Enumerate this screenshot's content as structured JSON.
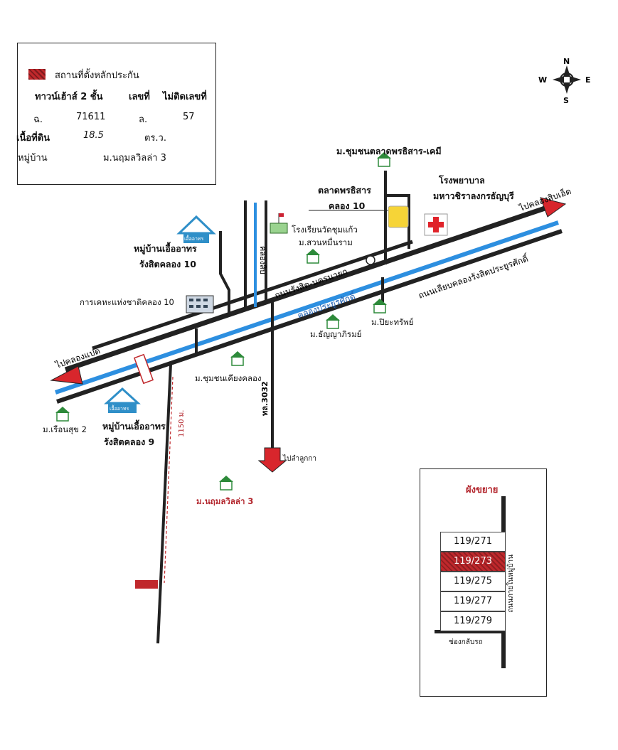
{
  "legend": {
    "collateral_label": "สถานที่ตั้งหลักประกัน",
    "type_header": "ทาวน์เฮ้าส์ 2 ชั้น",
    "number_header": "เลขที่",
    "no_number_header": "ไม่ติดเลขที่",
    "deed_prefix": "ฉ.",
    "deed_number": "71611",
    "lot_prefix": "ล.",
    "lot_number": "57",
    "area_label": "เนื้อที่ดิน",
    "area_value": "18.5",
    "area_unit": "ตร.ว.",
    "village_label": "หมู่บ้าน",
    "village_value": "ม.นฤมลวิลล่า 3"
  },
  "compass": {
    "n": "N",
    "s": "S",
    "e": "E",
    "w": "W"
  },
  "labels": {
    "chumchon_talad": "ม.ชุมชนตลาดพรธิสาร-เคมี",
    "talad_line1": "ตลาดพรธิสาร",
    "talad_line2": "คลอง 10",
    "hospital_line1": "โรงพยาบาล",
    "hospital_line2": "มหาวชิราลงกรธัญบุรี",
    "to_klong_sip_et": "ไปคลองสิบเอ็ด",
    "eua_arthorn_10_line1": "หมู่บ้านเอื้ออาทร",
    "eua_arthorn_10_line2": "รังสิตคลอง 10",
    "school": "โรงเรียนวัดชุมแก้ว",
    "suan_muen_ram": "ม.สวนหมื่นราม",
    "klong_sip": "คลองสิบ",
    "rangsit_nakhon_nayok": "ถนนรังสิต-นครนายก",
    "housing_authority": "การเคหะแห่งชาติคลอง 10",
    "klong_prayoon": "คลองประยูรศักดิ์",
    "bypass_road": "ถนนเลียบคลองรังสิตประยูรศักดิ์",
    "piya_sap": "ม.ปิยะทรัพย์",
    "thanya_rom": "ม.ธัญญาภิรมย์",
    "to_klong_paet": "ไปคลองแปด",
    "chumchon_kiang_klong": "ม.ชุมชนเคียงคลอง",
    "ruen_suk_2": "ม.เรือนสุข 2",
    "eua_arthorn_9_line1": "หมู่บ้านเอื้ออาทร",
    "eua_arthorn_9_line2": "รังสิตคลอง 9",
    "distance": "1150 ม.",
    "route_3032": "ทล.3032",
    "to_lam_luk_ka": "ไปลำลูกกา",
    "narumon_villa": "ม.นฤมลวิลล่า 3",
    "eua_sign": "เอื้ออาทร"
  },
  "plan": {
    "title": "ผังขยาย",
    "plots": [
      "119/271",
      "119/273",
      "119/275",
      "119/277",
      "119/279"
    ],
    "highlight_index": 1,
    "road_label": "ถนนภายในหมู่บ้าน",
    "lane_label": "ช่องกลับรถ"
  },
  "colors": {
    "road": "#222222",
    "canal": "#2d8fe0",
    "marker": "#c0282c",
    "arrow": "#d8262c"
  }
}
